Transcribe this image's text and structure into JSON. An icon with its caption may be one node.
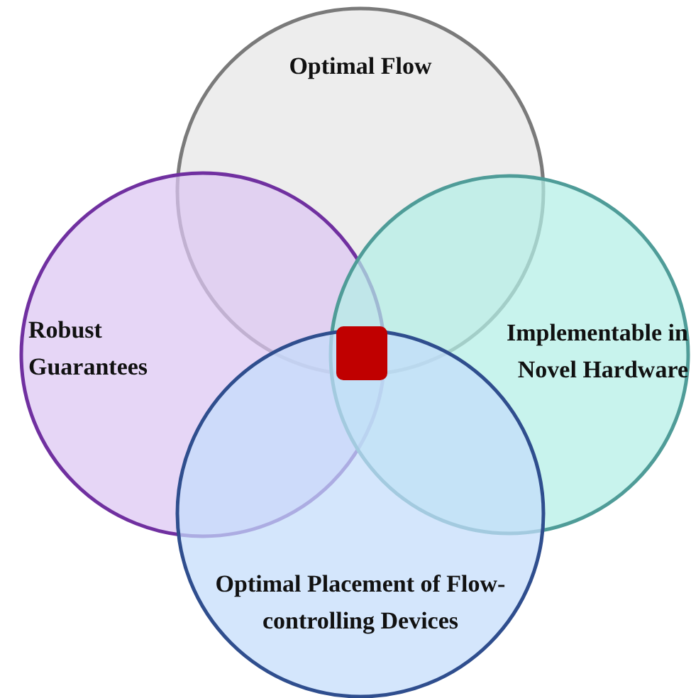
{
  "diagram": {
    "nodes": [
      {
        "text": [
          "Optimal Flow"
        ]
      },
      {
        "text": [
          "Robust Guarantees"
        ]
      },
      {
        "text": [
          "Implementable in Novel Hardware"
        ]
      },
      {
        "text": [
          "Optimal Placement of Flow-controlling Devices"
        ]
      },
      {
        "text": [],
        "shape": "box"
      }
    ],
    "edges": []
  }
}
